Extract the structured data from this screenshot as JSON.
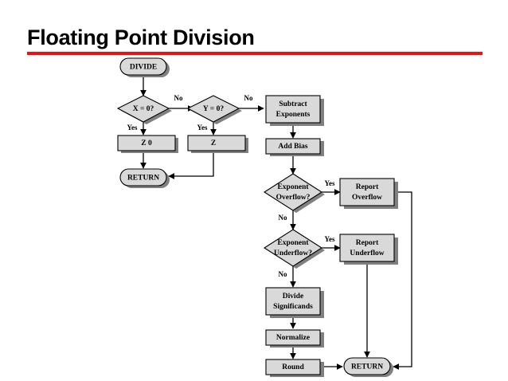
{
  "slide": {
    "title": "Floating Point Division",
    "rule_color": "#ee1111",
    "background": "#ffffff"
  },
  "style": {
    "shape_fill": "#d9d9d9",
    "shape_stroke": "#000000",
    "shadow_color": "#808080"
  },
  "chart_data": {
    "type": "diagram",
    "title": "Floating Point Division",
    "nodes": [
      {
        "id": "divide",
        "shape": "terminator",
        "label": "DIVIDE",
        "lines": [
          "DIVIDE"
        ]
      },
      {
        "id": "x_zero",
        "shape": "decision",
        "label": "X = 0?",
        "lines": [
          "X = 0?"
        ]
      },
      {
        "id": "y_zero",
        "shape": "decision",
        "label": "Y = 0?",
        "lines": [
          "Y = 0?"
        ]
      },
      {
        "id": "z_zero",
        "shape": "process",
        "label": "Z    0",
        "lines": [
          "Z    0"
        ]
      },
      {
        "id": "z_inf",
        "shape": "process",
        "label": "Z",
        "lines": [
          "Z"
        ]
      },
      {
        "id": "return_top",
        "shape": "terminator",
        "label": "RETURN",
        "lines": [
          "RETURN"
        ]
      },
      {
        "id": "sub_exp",
        "shape": "process",
        "label": "Subtract Exponents",
        "lines": [
          "Subtract",
          "Exponents"
        ]
      },
      {
        "id": "add_bias",
        "shape": "process",
        "label": "Add Bias",
        "lines": [
          "Add Bias"
        ]
      },
      {
        "id": "exp_over",
        "shape": "decision",
        "label": "Exponent Overflow?",
        "lines": [
          "Exponent",
          "Overflow?"
        ]
      },
      {
        "id": "rep_over",
        "shape": "process",
        "label": "Report Overflow",
        "lines": [
          "Report",
          "Overflow"
        ]
      },
      {
        "id": "exp_under",
        "shape": "decision",
        "label": "Exponent Underflow?",
        "lines": [
          "Exponent",
          "Underflow?"
        ]
      },
      {
        "id": "rep_under",
        "shape": "process",
        "label": "Report Underflow",
        "lines": [
          "Report",
          "Underflow"
        ]
      },
      {
        "id": "div_sig",
        "shape": "process",
        "label": "Divide Significands",
        "lines": [
          "Divide",
          "Significands"
        ]
      },
      {
        "id": "normalize",
        "shape": "process",
        "label": "Normalize",
        "lines": [
          "Normalize"
        ]
      },
      {
        "id": "round",
        "shape": "process",
        "label": "Round",
        "lines": [
          "Round"
        ]
      },
      {
        "id": "return_bottom",
        "shape": "terminator",
        "label": "RETURN",
        "lines": [
          "RETURN"
        ]
      }
    ],
    "edges": [
      {
        "from": "divide",
        "to": "x_zero",
        "label": ""
      },
      {
        "from": "x_zero",
        "to": "z_zero",
        "label": "Yes"
      },
      {
        "from": "x_zero",
        "to": "y_zero",
        "label": "No"
      },
      {
        "from": "y_zero",
        "to": "z_inf",
        "label": "Yes"
      },
      {
        "from": "y_zero",
        "to": "sub_exp",
        "label": "No"
      },
      {
        "from": "z_zero",
        "to": "return_top",
        "label": ""
      },
      {
        "from": "z_inf",
        "to": "return_top",
        "label": ""
      },
      {
        "from": "sub_exp",
        "to": "add_bias",
        "label": ""
      },
      {
        "from": "add_bias",
        "to": "exp_over",
        "label": ""
      },
      {
        "from": "exp_over",
        "to": "rep_over",
        "label": "Yes"
      },
      {
        "from": "exp_over",
        "to": "exp_under",
        "label": "No"
      },
      {
        "from": "exp_under",
        "to": "rep_under",
        "label": "Yes"
      },
      {
        "from": "exp_under",
        "to": "div_sig",
        "label": "No"
      },
      {
        "from": "div_sig",
        "to": "normalize",
        "label": ""
      },
      {
        "from": "normalize",
        "to": "round",
        "label": ""
      },
      {
        "from": "round",
        "to": "return_bottom",
        "label": ""
      },
      {
        "from": "rep_under",
        "to": "return_bottom",
        "label": ""
      },
      {
        "from": "rep_over",
        "to": "return_bottom",
        "label": ""
      }
    ],
    "edge_labels": [
      {
        "id": "x_no",
        "text": "No"
      },
      {
        "id": "x_yes",
        "text": "Yes"
      },
      {
        "id": "y_no",
        "text": "No"
      },
      {
        "id": "y_yes",
        "text": "Yes"
      },
      {
        "id": "over_yes",
        "text": "Yes"
      },
      {
        "id": "over_no",
        "text": "No"
      },
      {
        "id": "under_yes",
        "text": "Yes"
      },
      {
        "id": "under_no",
        "text": "No"
      }
    ]
  }
}
